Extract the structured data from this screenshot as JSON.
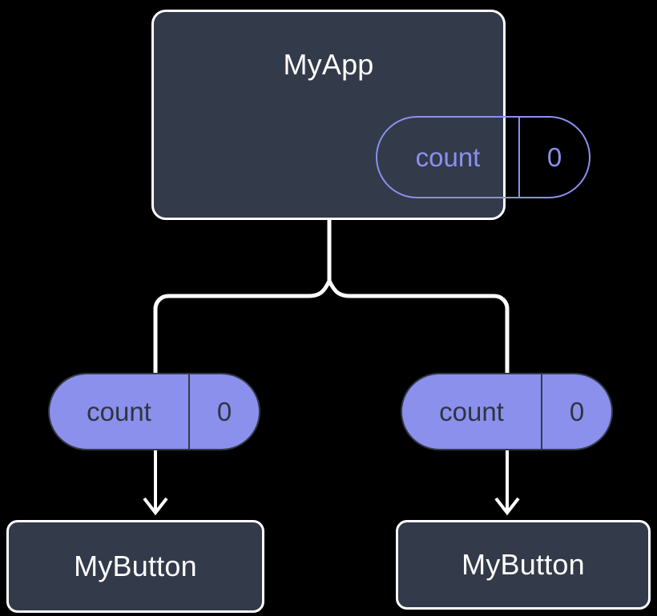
{
  "diagram": {
    "type": "component-state-tree",
    "background_color": "#000000",
    "colors": {
      "node_fill": "#333a4a",
      "node_border": "#ffffff",
      "node_text": "#ffffff",
      "state_accent": "#8b90ed",
      "state_text_dark": "#2f3542",
      "edge": "#ffffff"
    },
    "root": {
      "title": "MyApp",
      "state": {
        "key": "count",
        "value": "0"
      }
    },
    "branches": [
      {
        "state": {
          "key": "count",
          "value": "0"
        },
        "child": {
          "title": "MyButton"
        }
      },
      {
        "state": {
          "key": "count",
          "value": "0"
        },
        "child": {
          "title": "MyButton"
        }
      }
    ]
  }
}
